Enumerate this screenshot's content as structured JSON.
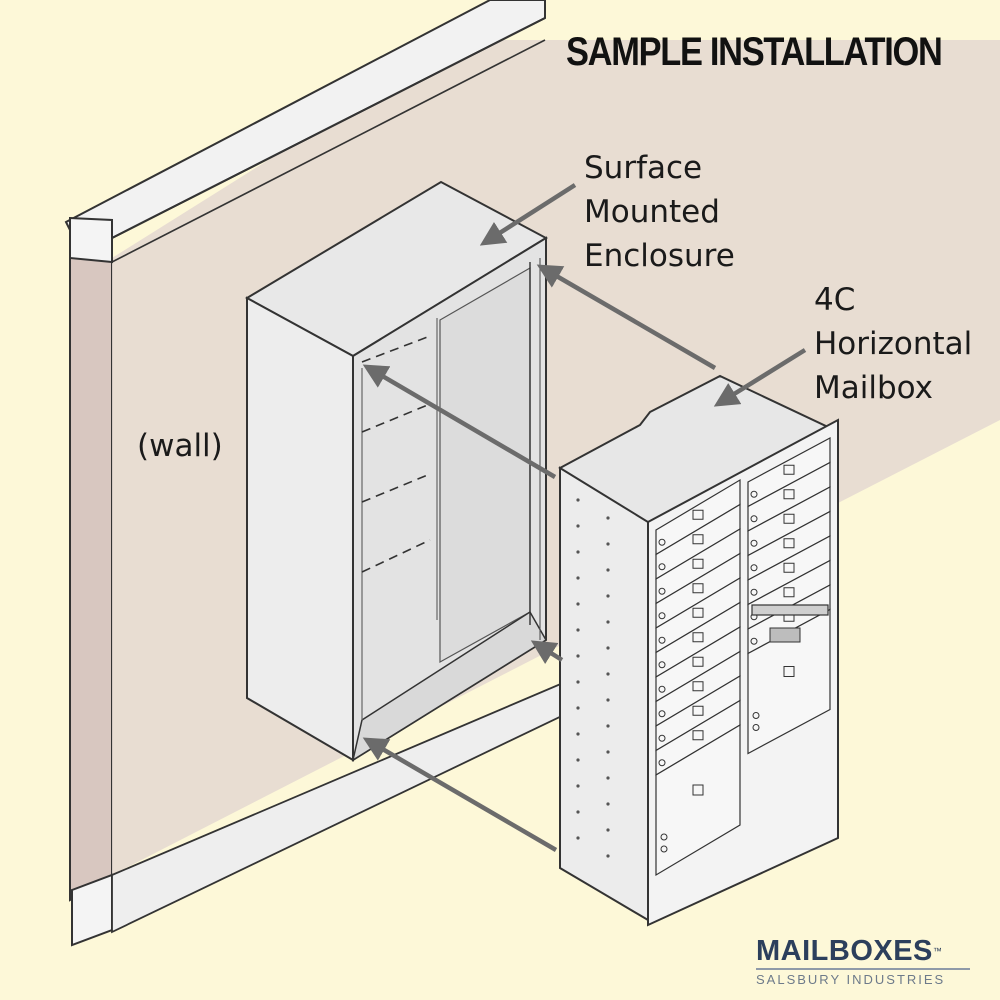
{
  "title": "SAMPLE INSTALLATION",
  "labels": {
    "wall": "(wall)",
    "enclosure": [
      "Surface",
      "Mounted",
      "Enclosure"
    ],
    "mailbox": [
      "4C",
      "Horizontal",
      "Mailbox"
    ]
  },
  "logo": {
    "main": "MAILBOXES",
    "tm": "™",
    "sub": "SALSBURY INDUSTRIES"
  },
  "colors": {
    "background": "#fdf8d8",
    "wall": "#e3d6cf",
    "metal": "#ececec",
    "outline": "#333333",
    "arrow": "#6b6b6b",
    "logo": "#2c3f5c"
  }
}
